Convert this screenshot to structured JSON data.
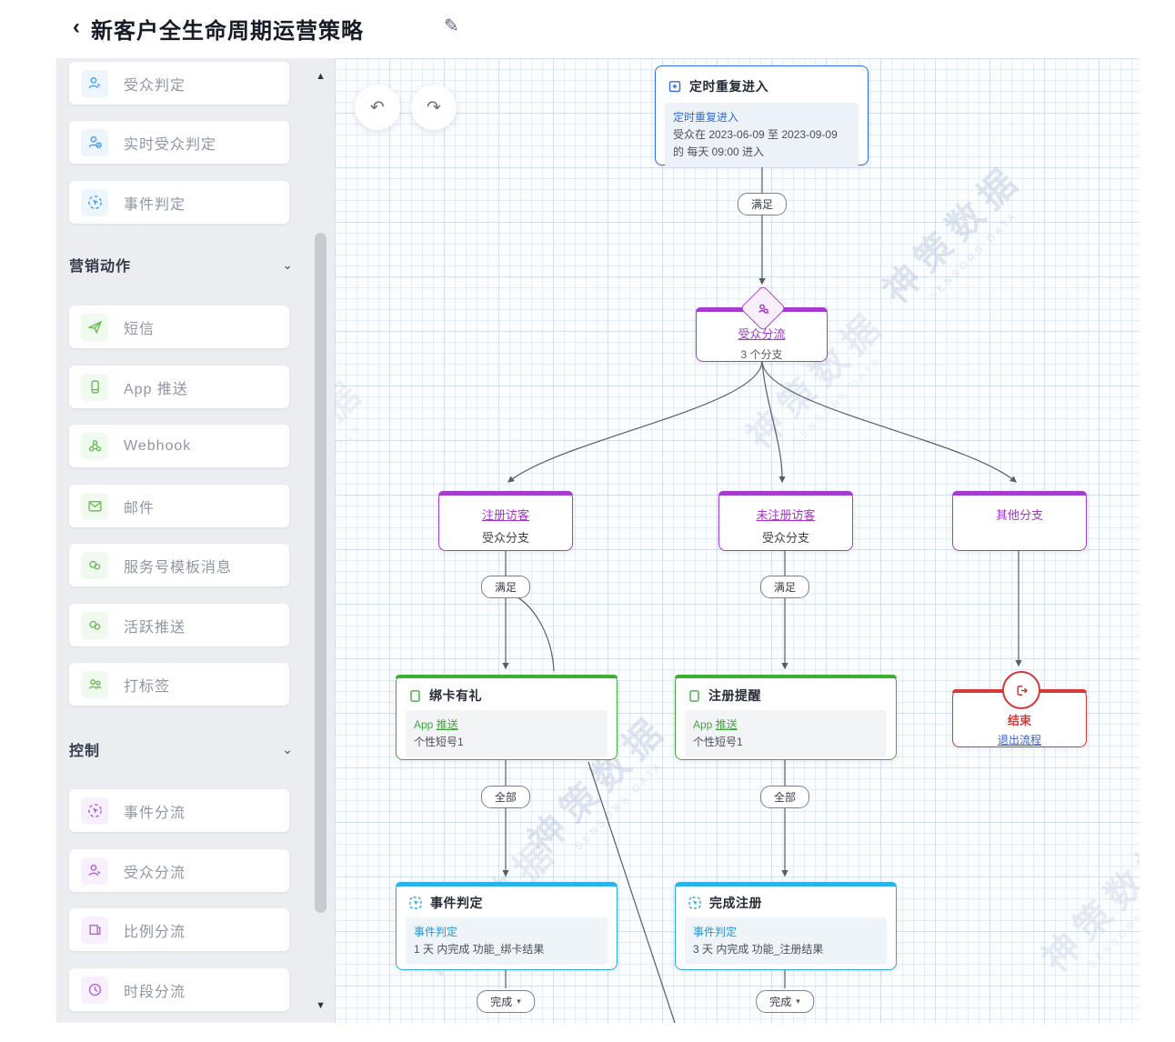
{
  "header": {
    "back": "‹",
    "title": "新客户全生命周期运营策略",
    "edit": "✎"
  },
  "icons": {
    "undo": "↶",
    "redo": "↷"
  },
  "sidebar": {
    "scroll_up": "▲",
    "scroll_down": "▼",
    "judge_items": [
      {
        "label": "受众判定"
      },
      {
        "label": "实时受众判定"
      },
      {
        "label": "事件判定"
      }
    ],
    "sections": [
      {
        "title": "营销动作",
        "chevron": "⌄"
      },
      {
        "title": "控制",
        "chevron": "⌄"
      }
    ],
    "marketing_items": [
      {
        "label": "短信"
      },
      {
        "label": "App 推送"
      },
      {
        "label": "Webhook"
      },
      {
        "label": "邮件"
      },
      {
        "label": "服务号模板消息"
      },
      {
        "label": "活跃推送"
      },
      {
        "label": "打标签"
      }
    ],
    "control_items": [
      {
        "label": "事件分流"
      },
      {
        "label": "受众分流"
      },
      {
        "label": "比例分流"
      },
      {
        "label": "时段分流"
      }
    ]
  },
  "canvas": {
    "entry_node": {
      "title": "定时重复进入",
      "link": "定时重复进入",
      "line1": "受众在 2023-06-09 至 2023-09-09",
      "line2": "的 每天 09:00 进入"
    },
    "split_node": {
      "link": "受众分流",
      "sub": "3 个分支"
    },
    "branches": [
      {
        "name": "注册访客",
        "sub": "受众分支"
      },
      {
        "name": "未注册访客",
        "sub": "受众分支"
      },
      {
        "name": "其他分支"
      }
    ],
    "push_nodes": [
      {
        "title": "绑卡有礼",
        "channel": "App",
        "channel_link": "推送",
        "detail": "个性短号1"
      },
      {
        "title": "注册提醒",
        "channel": "App",
        "channel_link": "推送",
        "detail": "个性短号1"
      }
    ],
    "end_node": {
      "title": "结束",
      "link": "退出流程"
    },
    "event_nodes": [
      {
        "title": "事件判定",
        "link": "事件判定",
        "detail": "1 天 内完成 功能_绑卡结果"
      },
      {
        "title": "完成注册",
        "link": "事件判定",
        "detail": "3 天 内完成 功能_注册结果"
      }
    ],
    "labels": {
      "manzu": "满足",
      "quanbu": "全部",
      "wancheng": "完成",
      "caret": "▾"
    }
  },
  "watermark": {
    "text": "神策数据",
    "subtext": "SENSORS DATA"
  }
}
